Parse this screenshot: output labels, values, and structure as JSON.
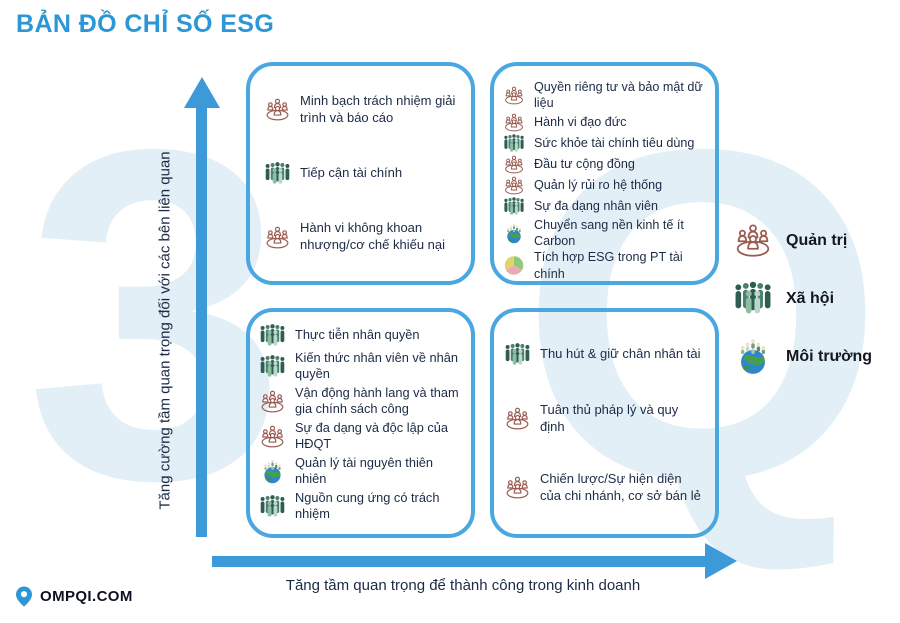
{
  "title": "BẢN ĐỒ CHỈ SỐ ESG",
  "watermark": {
    "left_glyph": "3",
    "right_glyph": "Q"
  },
  "axes": {
    "y_label": "Tăng cường tầm quan trọng đối với các bên liên quan",
    "x_label": "Tăng tầm quan trọng để thành công trong kinh doanh"
  },
  "quadrants": {
    "top_left": {
      "items": [
        {
          "icon": "governance",
          "label": "Minh bạch trách nhiệm giải trình và báo cáo"
        },
        {
          "icon": "social",
          "label": "Tiếp cận tài chính"
        },
        {
          "icon": "governance",
          "label": "Hành vi không khoan nhượng/cơ chế khiếu nại"
        }
      ]
    },
    "top_right": {
      "items": [
        {
          "icon": "governance",
          "label": "Quyền riêng tư và bảo mật dữ liệu"
        },
        {
          "icon": "governance",
          "label": "Hành vi đạo đức"
        },
        {
          "icon": "social",
          "label": "Sức khỏe tài chính tiêu dùng"
        },
        {
          "icon": "governance",
          "label": "Đầu tư cộng đồng"
        },
        {
          "icon": "governance",
          "label": "Quản lý rủi ro hệ thống"
        },
        {
          "icon": "social",
          "label": "Sự đa dạng nhân viên"
        },
        {
          "icon": "environment",
          "label": "Chuyển sang nền kinh tế ít Carbon"
        },
        {
          "icon": "esg",
          "label": "Tích hợp ESG trong PT tài chính"
        }
      ]
    },
    "bottom_left": {
      "items": [
        {
          "icon": "social",
          "label": "Thực tiễn nhân quyền"
        },
        {
          "icon": "social",
          "label": "Kiến thức nhân viên về nhân quyền"
        },
        {
          "icon": "governance",
          "label": "Vận động hành lang và tham gia chính sách công"
        },
        {
          "icon": "governance",
          "label": "Sự đa dạng và độc lập của HĐQT"
        },
        {
          "icon": "environment",
          "label": "Quản lý tài nguyên thiên nhiên"
        },
        {
          "icon": "social",
          "label": "Nguồn cung ứng có trách nhiệm"
        }
      ]
    },
    "bottom_right": {
      "items": [
        {
          "icon": "social",
          "label": "Thu hút & giữ chân nhân tài"
        },
        {
          "icon": "governance",
          "label": "Tuân thủ pháp lý và quy định"
        },
        {
          "icon": "governance",
          "label": "Chiến lược/Sự hiện diện của chi nhánh, cơ sở bán lẻ"
        }
      ]
    }
  },
  "legend": {
    "items": [
      {
        "icon": "governance",
        "label": "Quản trị"
      },
      {
        "icon": "social",
        "label": "Xã hội"
      },
      {
        "icon": "environment",
        "label": "Môi trường"
      }
    ]
  },
  "brand": {
    "name": "OMPQI.COM"
  },
  "colors": {
    "accent_blue": "#2d96d5",
    "arrow_blue": "#3d9ad8",
    "box_border": "#4aa7e0",
    "text": "#1c2b45",
    "governance": "#9a5a50",
    "social_dark": "#2f5d52",
    "social_light": "#a9cfba",
    "watermark": "#e3eff7"
  }
}
